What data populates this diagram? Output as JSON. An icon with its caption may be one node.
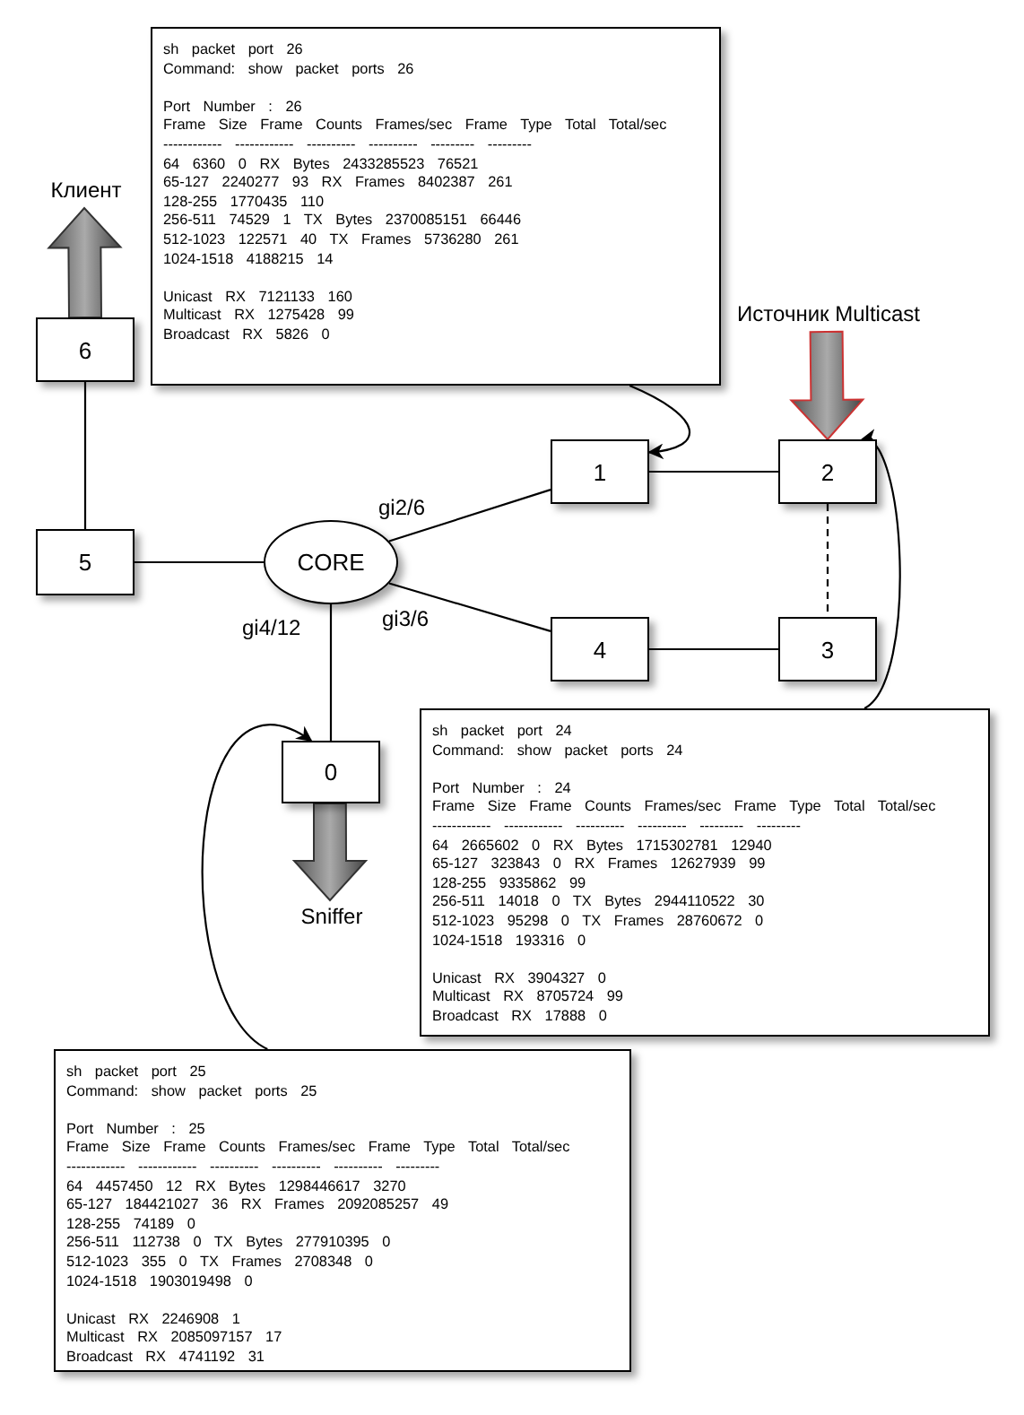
{
  "diagram": {
    "nodes": [
      {
        "text": [
          "sh packet port 26",
          "Command: show packet ports 26",
          "Port Number : 26",
          "Frame Size Frame Counts Frames/sec Frame Type Total Total/sec",
          "------------ ------------ ---------- ---------- --------- ---------",
          "64 6360 0 RX Bytes 2433285523 76521",
          "65-127 2240277 93 RX Frames 8402387 261",
          "128-255 1770435 110",
          "256-511 74529 1 TX Bytes 2370085151 66446",
          "512-1023 122571 40 TX Frames 5736280 261",
          "1024-1518 4188215 14",
          "Unicast RX 7121133 160",
          "Multicast RX 1275428 99",
          "Broadcast RX 5826 0"
        ]
      },
      {
        "text": [
          "Клиент"
        ]
      },
      {
        "text": [
          "6"
        ]
      },
      {
        "text": [
          "Источник Multicast"
        ]
      },
      {
        "text": [
          "1"
        ]
      },
      {
        "text": [
          "2"
        ]
      },
      {
        "text": [
          "5"
        ]
      },
      {
        "text": [
          "CORE"
        ]
      },
      {
        "text": [
          "4"
        ]
      },
      {
        "text": [
          "3"
        ]
      },
      {
        "text": [
          "0"
        ]
      },
      {
        "text": [
          "sh packet port 24",
          "Command: show packet ports 24",
          "Port Number : 24",
          "Frame Size Frame Counts Frames/sec Frame Type Total Total/sec",
          "------------ ------------ ---------- ---------- --------- ---------",
          "64 2665602 0 RX Bytes 1715302781 12940",
          "65-127 323843 0 RX Frames 12627939 99",
          "128-255 9335862 99",
          "256-511 14018 0 TX Bytes 2944110522 30",
          "512-1023 95298 0 TX Frames 28760672 0",
          "1024-1518 193316 0",
          "Unicast RX 3904327 0",
          "Multicast RX 8705724 99",
          "Broadcast RX 17888 0"
        ]
      },
      {
        "text": [
          "Sniffer"
        ]
      },
      {
        "text": [
          "sh packet port 25",
          "Command: show packet ports 25",
          "Port Number : 25",
          "Frame Size Frame Counts Frames/sec Frame Type Total Total/sec",
          "------------ ------------ ---------- ---------- ---------- ---------",
          "64 4457450 12 RX Bytes 1298446617 3270",
          "65-127 184421027 36 RX Frames 2092085257 49",
          "128-255 74189 0",
          "256-511 112738 0 TX Bytes 277910395 0",
          "512-1023 355 0 TX Frames 2708348 0",
          "1024-1518 1903019498 0",
          "Unicast RX 2246908 1",
          "Multicast RX 2085097157 17",
          "Broadcast RX 4741192 31"
        ]
      }
    ],
    "edges": [
      {
        "from": 0,
        "to": 4,
        "arrow": "to"
      },
      {
        "from": 2,
        "to": 1,
        "arrow": "to",
        "style": "thick"
      },
      {
        "from": 3,
        "to": 5,
        "arrow": "to",
        "style": "thick",
        "color": "#cc3333"
      },
      {
        "from": 10,
        "to": 12,
        "arrow": "to",
        "style": "thick"
      },
      {
        "from": 2,
        "to": 6,
        "arrow": "none"
      },
      {
        "from": 6,
        "to": 7,
        "arrow": "none"
      },
      {
        "from": 7,
        "to": 4,
        "arrow": "none",
        "label": "gi2/6"
      },
      {
        "from": 7,
        "to": 8,
        "arrow": "none",
        "label": "gi3/6"
      },
      {
        "from": 7,
        "to": 10,
        "arrow": "none",
        "label": "gi4/12"
      },
      {
        "from": 4,
        "to": 5,
        "arrow": "none"
      },
      {
        "from": 5,
        "to": 9,
        "arrow": "none",
        "style": "dashed"
      },
      {
        "from": 8,
        "to": 9,
        "arrow": "none"
      },
      {
        "from": 11,
        "to": 5,
        "arrow": "to"
      },
      {
        "from": 13,
        "to": 10,
        "arrow": "to"
      }
    ]
  }
}
